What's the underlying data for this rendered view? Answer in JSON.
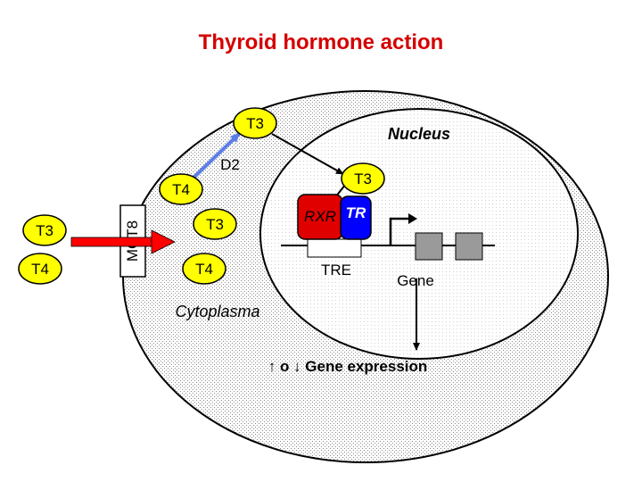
{
  "title": "Thyroid hormone action",
  "labels": {
    "nucleus": "Nucleus",
    "cytoplasma": "Cytoplasma",
    "d2": "D2",
    "mct8": "MCT8",
    "rxr": "RXR",
    "tr": "TR",
    "tre": "TRE",
    "gene": "Gene",
    "expression": "↑ o ↓ Gene expression"
  },
  "hormones": {
    "outside_t3": "T3",
    "outside_t4": "T4",
    "cyto_t3": "T3",
    "cyto_t4": "T4",
    "upper_t4": "T4",
    "top_t3": "T3",
    "nuclear_t3": "T3"
  },
  "colors": {
    "title": "#d40000",
    "hormone_fill": "#ffff00",
    "rxr_fill": "#e00000",
    "tr_fill": "#0000ff",
    "transporter_arrow": "#ff0000",
    "d2_arrow": "#5a7ee8",
    "gene_box": "#9a9a9a"
  }
}
